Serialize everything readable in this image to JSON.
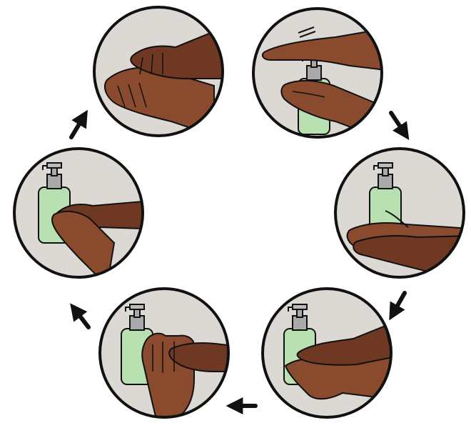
{
  "diagram": {
    "kind": "hand-sanitizing-cycle",
    "steps": [
      {
        "id": 1,
        "scene": "press-pump-dispense"
      },
      {
        "id": 2,
        "scene": "rub-palms-together"
      },
      {
        "id": 3,
        "scene": "rub-back-of-hand"
      },
      {
        "id": 4,
        "scene": "interlace-fingers"
      },
      {
        "id": 5,
        "scene": "rub-fingertips-in-palm"
      },
      {
        "id": 6,
        "scene": "rub-hands-until-dry"
      }
    ],
    "flow": "clockwise",
    "colors": {
      "circle_fill": "#dcd8d3",
      "outline": "#111111",
      "skin": "#8a4a2e",
      "skin_shadow": "#6e3823",
      "bottle": "#b8e0b0",
      "bottle_cap": "#aaaaaa",
      "arrow": "#111111",
      "background": "#ffffff"
    }
  }
}
